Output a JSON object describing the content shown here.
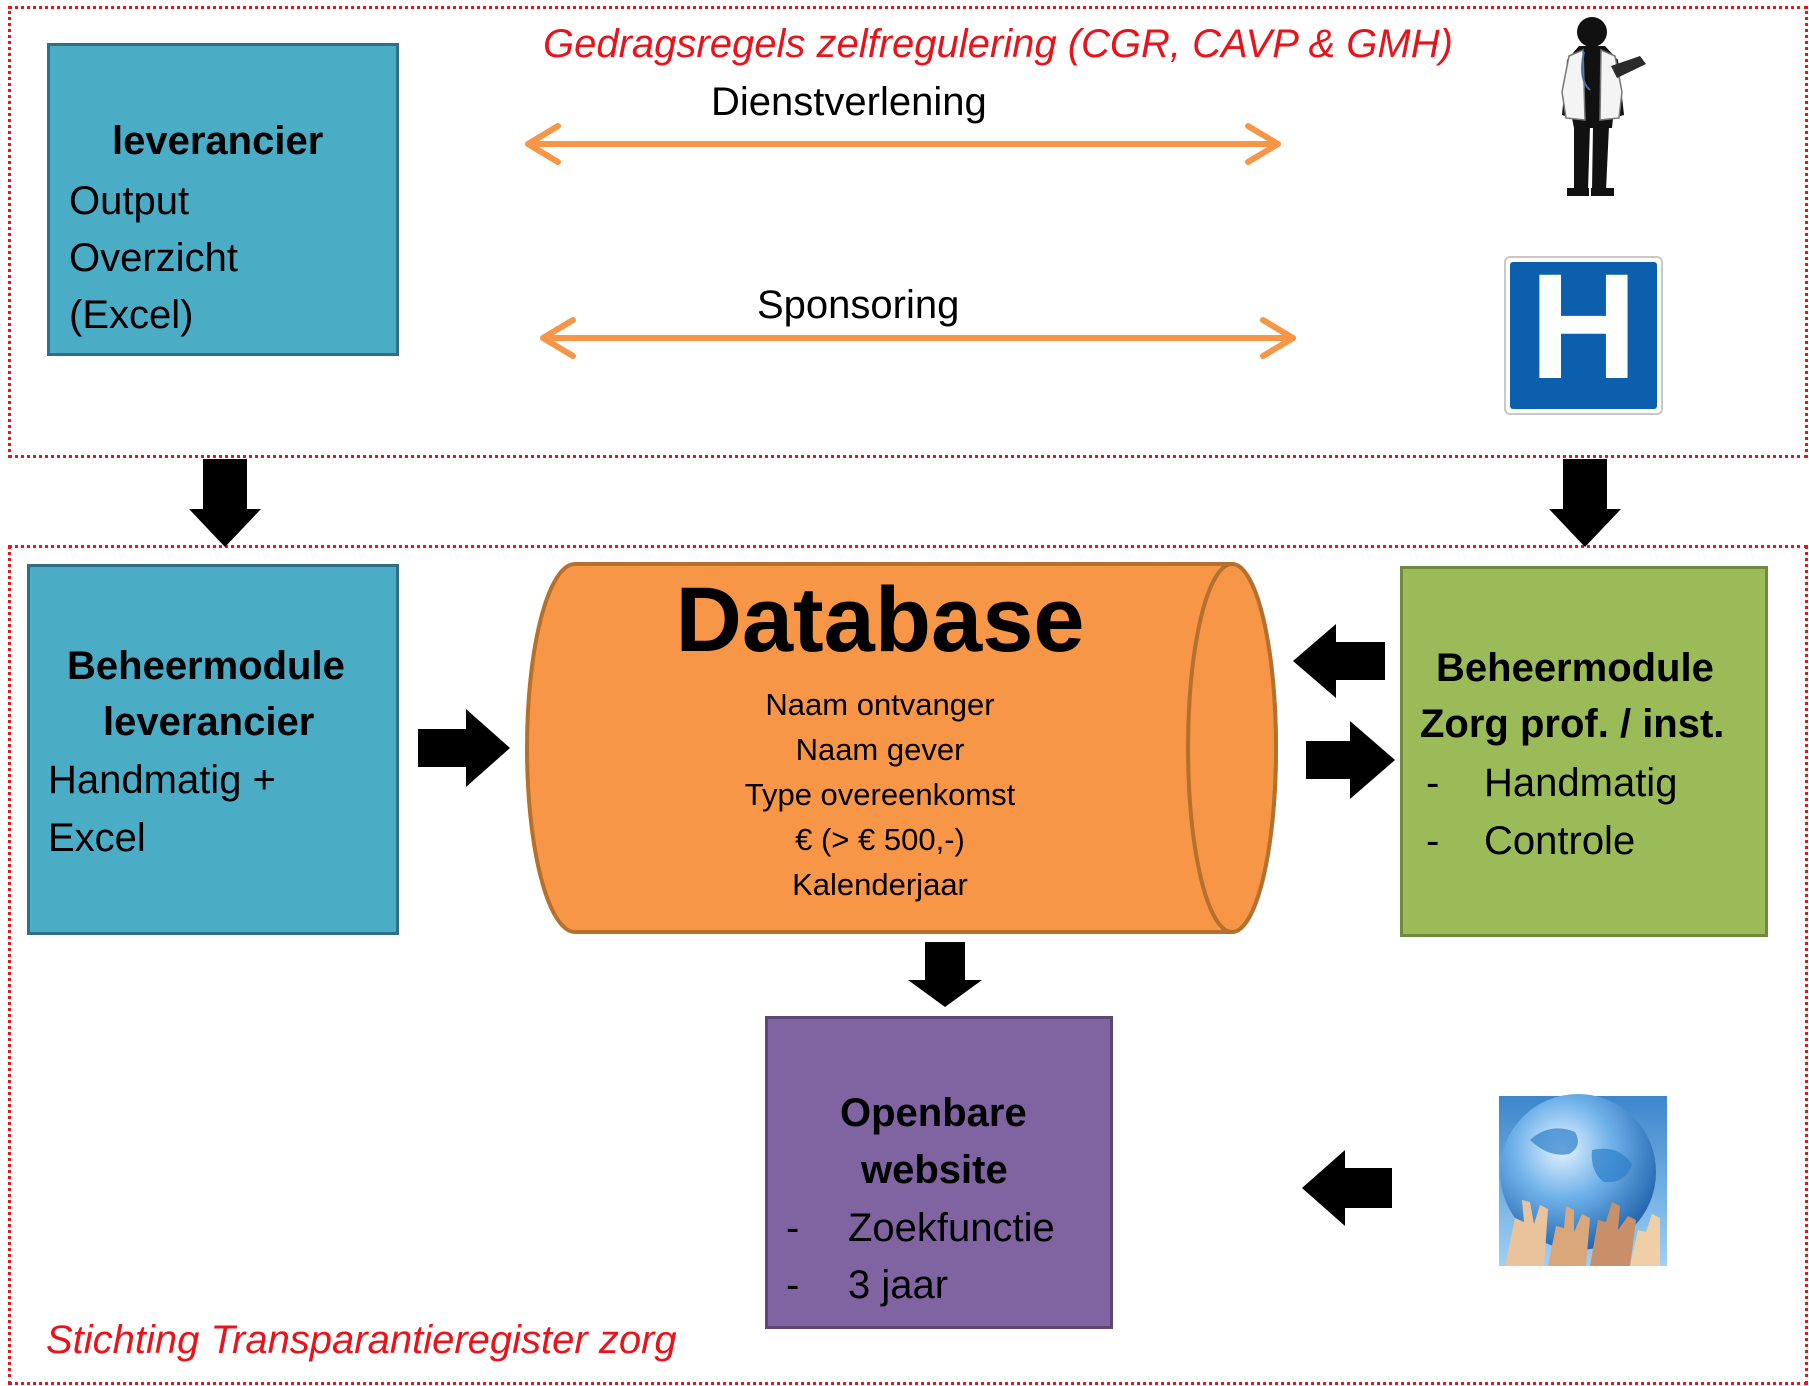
{
  "frameworks": {
    "top_label": "Gedragsregels zelfregulering (CGR, CAVP & GMH)",
    "bottom_label": "Stichting Transparantieregister zorg"
  },
  "supplier_box": {
    "title": "leverancier",
    "lines": [
      "Output",
      "Overzicht",
      "(Excel)"
    ]
  },
  "relations": {
    "service": "Dienstverlening",
    "sponsoring": "Sponsoring"
  },
  "supplier_module": {
    "title_1": "Beheermodule",
    "title_2": "leverancier",
    "lines": [
      "Handmatig +",
      "Excel"
    ]
  },
  "database": {
    "title": "Database",
    "fields": [
      "Naam ontvanger",
      "Naam gever",
      "Type overeenkomst",
      "€ (> € 500,-)",
      "Kalenderjaar"
    ]
  },
  "care_module": {
    "title_1": "Beheermodule",
    "title_2": "Zorg prof. / inst.",
    "bullets": [
      "Handmatig",
      "Controle"
    ]
  },
  "website": {
    "title_1": "Openbare",
    "title_2": "website",
    "bullets": [
      "Zoekfunctie",
      "3 jaar"
    ]
  },
  "icons": {
    "doctor": "doctor-icon",
    "hospital": "hospital-sign-icon",
    "hospital_letter": "H",
    "globe": "globe-hands-icon"
  },
  "colors": {
    "dotted_border": "#e8141b",
    "supplier": "#4bacc6",
    "database": "#f79646",
    "care": "#9bbb59",
    "website": "#8064a2",
    "relation_arrow": "#f79646",
    "hospital": "#0b5fad"
  }
}
